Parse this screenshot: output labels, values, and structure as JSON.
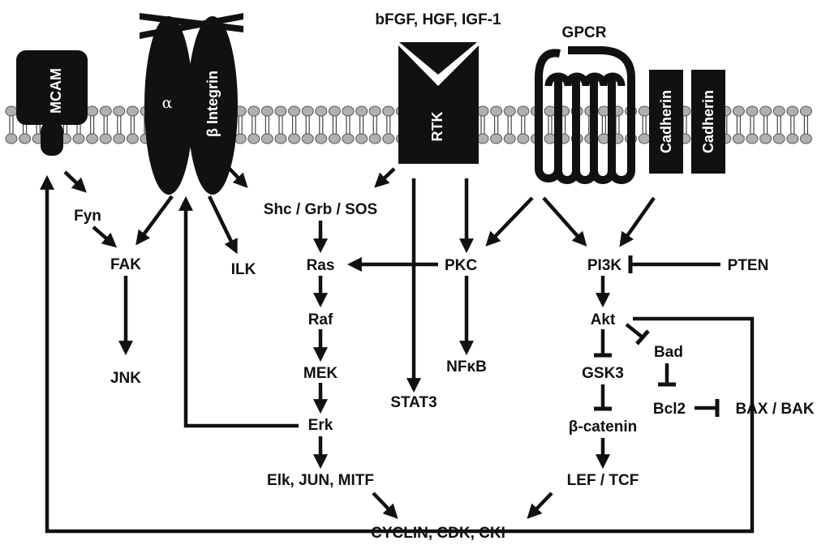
{
  "ligands": "bFGF, HGF, IGF-1",
  "receptors": {
    "mcam": "MCAM",
    "alpha": "α",
    "beta_integrin": "β Integrin",
    "rtk": "RTK",
    "gpcr": "GPCR",
    "cadherin_1": "Cadherin",
    "cadherin_2": "Cadherin"
  },
  "nodes": {
    "fyn": "Fyn",
    "fak": "FAK",
    "jnk": "JNK",
    "ilk": "ILK",
    "shc": "Shc / Grb / SOS",
    "ras": "Ras",
    "raf": "Raf",
    "mek": "MEK",
    "erk": "Erk",
    "elk": "Elk, JUN, MITF",
    "pkc": "PKC",
    "stat3": "STAT3",
    "nfkb": "NFκB",
    "pi3k": "PI3K",
    "pten": "PTEN",
    "akt": "Akt",
    "bad": "Bad",
    "gsk3": "GSK3",
    "bcl2": "Bcl2",
    "baxbak": "BAX / BAK",
    "catenin": "β-catenin",
    "lef": "LEF / TCF",
    "cyclin": "CYCLIN, CDK, CKI"
  },
  "colors": {
    "ink": "#111111",
    "lipid_head": "#b0b0b0",
    "background": "#ffffff"
  }
}
